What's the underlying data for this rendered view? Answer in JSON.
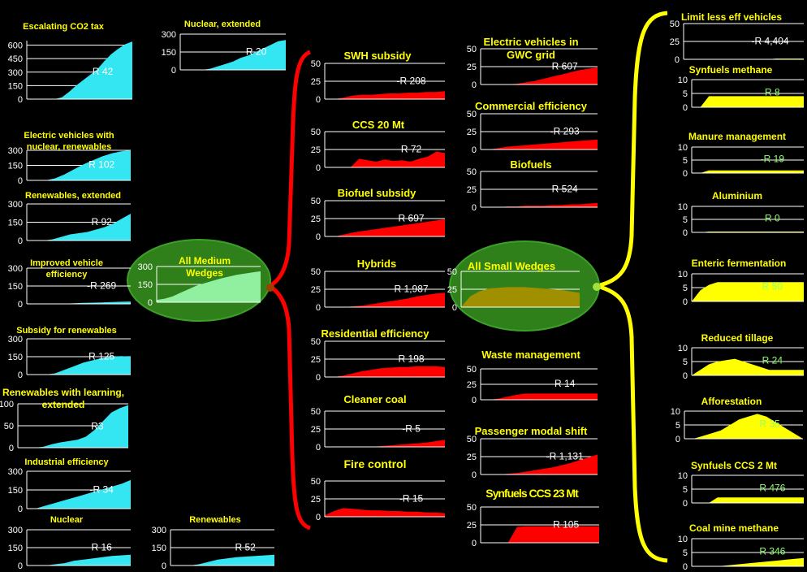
{
  "colors": {
    "background": "#000000",
    "title": "#ffff00",
    "axis": "#ffffff",
    "cyan": "#33e6f2",
    "cyan_light": "#41f0f0",
    "red": "#ff0000",
    "yellow": "#ffff00",
    "green_fill": "#2f7f1a",
    "light_green": "#90f0a0",
    "olive": "#a09000",
    "green_label": "#90ff70",
    "red_bracket": "#ff0000",
    "yellow_bracket": "#ffff00"
  },
  "groups": [
    {
      "name": "All Medium Wedges"
    },
    {
      "name": "All Small Wedges"
    }
  ],
  "chart_data": [
    {
      "type": "area",
      "title": "Escalating CO2 tax",
      "cost": "R 42",
      "yticks": [
        0,
        150,
        300,
        450,
        600
      ],
      "ylim": [
        0,
        650
      ],
      "color": "cyan",
      "y": [
        0,
        0,
        0,
        0,
        0,
        20,
        80,
        150,
        210,
        270,
        330,
        420,
        500,
        560,
        610,
        640
      ],
      "label_color": "#ffffff"
    },
    {
      "type": "area",
      "title": "Nuclear, extended",
      "cost": "R 20",
      "yticks": [
        0,
        150,
        300
      ],
      "ylim": [
        0,
        300
      ],
      "color": "cyan",
      "y": [
        0,
        0,
        0,
        0,
        10,
        30,
        50,
        70,
        100,
        120,
        150,
        180,
        210,
        240,
        250
      ],
      "label_color": "#ffffff"
    },
    {
      "type": "area",
      "title": "Electric vehicles with nuclear, renewables",
      "cost": "R 102",
      "yticks": [
        0,
        150,
        300
      ],
      "ylim": [
        0,
        300
      ],
      "color": "cyan",
      "y": [
        0,
        0,
        0,
        20,
        60,
        110,
        160,
        200,
        240,
        270,
        290,
        300
      ],
      "label_color": "#ffffff"
    },
    {
      "type": "area",
      "title": "Renewables, extended",
      "cost": "R 92",
      "yticks": [
        0,
        150,
        300
      ],
      "ylim": [
        0,
        300
      ],
      "color": "cyan",
      "y": [
        0,
        0,
        0,
        10,
        30,
        50,
        60,
        70,
        90,
        110,
        140,
        180,
        220
      ],
      "label_color": "#ffffff"
    },
    {
      "type": "area",
      "title": "Improved vehicle efficiency",
      "cost": "-R 269",
      "yticks": [
        0,
        150,
        300
      ],
      "ylim": [
        0,
        300
      ],
      "color": "cyan",
      "y": [
        0,
        0,
        0,
        0,
        2,
        5,
        8,
        10,
        12,
        15,
        18,
        20
      ],
      "label_color": "#ffffff"
    },
    {
      "type": "area",
      "title": "Subsidy for renewables",
      "cost": "R 125",
      "yticks": [
        0,
        150,
        300
      ],
      "ylim": [
        0,
        300
      ],
      "color": "cyan",
      "y": [
        0,
        0,
        0,
        10,
        40,
        70,
        100,
        120,
        140,
        150,
        155,
        150
      ],
      "label_color": "#ffffff"
    },
    {
      "type": "area",
      "title": "Renewables with learning, extended",
      "cost": "R3",
      "yticks": [
        0,
        50,
        100
      ],
      "ylim": [
        0,
        100
      ],
      "color": "cyan",
      "y": [
        0,
        0,
        0,
        2,
        8,
        12,
        15,
        18,
        25,
        40,
        60,
        80,
        90,
        97
      ],
      "label_color": "#ffffff"
    },
    {
      "type": "area",
      "title": "Industrial efficiency",
      "cost": "-R 34",
      "yticks": [
        0,
        150,
        300
      ],
      "ylim": [
        0,
        300
      ],
      "color": "cyan",
      "y": [
        0,
        0,
        20,
        40,
        60,
        80,
        100,
        120,
        140,
        160,
        180,
        200,
        230
      ],
      "label_color": "#ffffff"
    },
    {
      "type": "area",
      "title": "Nuclear",
      "cost": "R 16",
      "yticks": [
        0,
        150,
        300
      ],
      "ylim": [
        0,
        300
      ],
      "color": "cyan",
      "y": [
        0,
        0,
        0,
        10,
        20,
        40,
        50,
        60,
        70,
        80,
        85,
        90
      ],
      "label_color": "#ffffff"
    },
    {
      "type": "area",
      "title": "Renewables",
      "cost": "R 52",
      "yticks": [
        0,
        150,
        300
      ],
      "ylim": [
        0,
        300
      ],
      "color": "cyan",
      "y": [
        0,
        0,
        0,
        10,
        30,
        50,
        60,
        70,
        75,
        80,
        85,
        90
      ],
      "label_color": "#ffffff"
    },
    {
      "type": "area",
      "title": "All Medium Wedges",
      "cost": "",
      "yticks": [
        0,
        150,
        300
      ],
      "ylim": [
        0,
        300
      ],
      "color": "light_green",
      "y": [
        20,
        30,
        50,
        80,
        110,
        140,
        160,
        180,
        200,
        215,
        230,
        240,
        250,
        260
      ],
      "label_color": "#ffffff"
    },
    {
      "type": "area",
      "title": "SWH subsidy",
      "cost": "-R 208",
      "yticks": [
        0,
        25,
        50
      ],
      "ylim": [
        0,
        50
      ],
      "color": "red",
      "y": [
        0,
        0,
        2,
        5,
        6,
        6,
        7,
        8,
        8,
        9,
        9,
        10,
        10,
        11
      ],
      "label_color": "#ffffff"
    },
    {
      "type": "area",
      "title": "CCS 20 Mt",
      "cost": "R 72",
      "yticks": [
        0,
        25,
        50
      ],
      "ylim": [
        0,
        50
      ],
      "color": "red",
      "y": [
        0,
        0,
        0,
        0,
        12,
        10,
        8,
        11,
        9,
        10,
        8,
        12,
        15,
        22,
        20
      ],
      "label_color": "#ffffff"
    },
    {
      "type": "area",
      "title": "Biofuel subsidy",
      "cost": "R 697",
      "yticks": [
        0,
        25,
        50
      ],
      "ylim": [
        0,
        50
      ],
      "color": "red",
      "y": [
        0,
        0,
        3,
        6,
        8,
        10,
        12,
        14,
        16,
        18,
        20,
        22,
        24
      ],
      "label_color": "#ffffff"
    },
    {
      "type": "area",
      "title": "Hybrids",
      "cost": "R 1,987",
      "yticks": [
        0,
        25,
        50
      ],
      "ylim": [
        0,
        50
      ],
      "color": "red",
      "y": [
        0,
        0,
        0,
        1,
        2,
        4,
        6,
        8,
        10,
        12,
        15,
        17,
        19,
        20
      ],
      "label_color": "#ffffff"
    },
    {
      "type": "area",
      "title": "Residential efficiency",
      "cost": "R 198",
      "yticks": [
        0,
        25,
        50
      ],
      "ylim": [
        0,
        50
      ],
      "color": "red",
      "y": [
        0,
        0,
        2,
        5,
        8,
        10,
        12,
        13,
        14,
        14,
        15,
        15,
        15,
        14
      ],
      "label_color": "#ffffff"
    },
    {
      "type": "area",
      "title": "Cleaner coal",
      "cost": "-R 5",
      "yticks": [
        0,
        25,
        50
      ],
      "ylim": [
        0,
        50
      ],
      "color": "red",
      "y": [
        0,
        0,
        0,
        0,
        0,
        0,
        1,
        2,
        3,
        4,
        5,
        6,
        8,
        10
      ],
      "label_color": "#ffffff"
    },
    {
      "type": "area",
      "title": "Fire control",
      "cost": "-R 15",
      "yticks": [
        0,
        25,
        50
      ],
      "ylim": [
        0,
        50
      ],
      "color": "red",
      "y": [
        2,
        8,
        12,
        11,
        10,
        9,
        9,
        8,
        8,
        7,
        7,
        6,
        6,
        5
      ],
      "label_color": "#ffffff"
    },
    {
      "type": "area",
      "title": "Electric vehicles in GWC grid",
      "cost": "R 607",
      "yticks": [
        0,
        25,
        50
      ],
      "ylim": [
        0,
        50
      ],
      "color": "red",
      "y": [
        0,
        0,
        0,
        0,
        1,
        3,
        5,
        8,
        11,
        14,
        17,
        20,
        22,
        24
      ],
      "label_color": "#ffffff"
    },
    {
      "type": "area",
      "title": "Commercial efficiency",
      "cost": "-R 293",
      "yticks": [
        0,
        25,
        50
      ],
      "ylim": [
        0,
        50
      ],
      "color": "red",
      "y": [
        0,
        0,
        2,
        4,
        5,
        6,
        7,
        8,
        9,
        10,
        11,
        12,
        13,
        14
      ],
      "label_color": "#ffffff"
    },
    {
      "type": "area",
      "title": "Biofuels",
      "cost": "R 524",
      "yticks": [
        0,
        25,
        50
      ],
      "ylim": [
        0,
        50
      ],
      "color": "red",
      "y": [
        0,
        0,
        0,
        1,
        1,
        2,
        2,
        2,
        3,
        3,
        4,
        4,
        5,
        6
      ],
      "label_color": "#ffffff"
    },
    {
      "type": "area",
      "title": "All Small Wedges",
      "cost": "",
      "yticks": [
        0,
        25,
        50
      ],
      "ylim": [
        0,
        50
      ],
      "color": "olive",
      "y": [
        0,
        15,
        22,
        26,
        27,
        28,
        28,
        28,
        27,
        26,
        25,
        24,
        22,
        20
      ],
      "label_color": "#ffffff"
    },
    {
      "type": "area",
      "title": "Waste management",
      "cost": "R 14",
      "yticks": [
        0,
        25,
        50
      ],
      "ylim": [
        0,
        50
      ],
      "color": "red",
      "y": [
        0,
        0,
        2,
        5,
        8,
        10,
        10,
        10,
        10,
        10,
        10,
        10,
        10,
        10
      ],
      "label_color": "#ffffff"
    },
    {
      "type": "area",
      "title": "Passenger modal shift",
      "cost": "-R 1,131",
      "yticks": [
        0,
        25,
        50
      ],
      "ylim": [
        0,
        50
      ],
      "color": "red",
      "y": [
        0,
        0,
        0,
        1,
        2,
        4,
        6,
        8,
        10,
        13,
        16,
        20,
        24,
        28
      ],
      "label_color": "#ffffff"
    },
    {
      "type": "area",
      "title": "Synfuels CCS 23 Mt",
      "cost": "R 105",
      "yticks": [
        0,
        25,
        50
      ],
      "ylim": [
        0,
        50
      ],
      "color": "red",
      "y": [
        0,
        0,
        0,
        0,
        22,
        23,
        23,
        23,
        23,
        23,
        23,
        23,
        23,
        23
      ],
      "label_color": "#ffffff"
    },
    {
      "type": "area",
      "title": "Limit less eff vehicles",
      "cost": "-R 4,404",
      "yticks": [
        0,
        25,
        50
      ],
      "ylim": [
        0,
        50
      ],
      "color": "yellow",
      "y": [
        0,
        0,
        0,
        0,
        0,
        0,
        0,
        0,
        0,
        0,
        1,
        1,
        1,
        1
      ],
      "label_color": "#ffffff"
    },
    {
      "type": "area",
      "title": "Synfuels methane",
      "cost": "R 8",
      "yticks": [
        0,
        5,
        10
      ],
      "ylim": [
        0,
        10
      ],
      "color": "yellow",
      "y": [
        0,
        0,
        4,
        4,
        4,
        4,
        4,
        4,
        4,
        4,
        4,
        4,
        4,
        4
      ],
      "label_color": "#90ff70"
    },
    {
      "type": "area",
      "title": "Manure management",
      "cost": "-R 19",
      "yticks": [
        0,
        5,
        10
      ],
      "ylim": [
        0,
        10
      ],
      "color": "yellow",
      "y": [
        0,
        0,
        1,
        1,
        1,
        1,
        1,
        1,
        1,
        1,
        1,
        1,
        1,
        1
      ],
      "label_color": "#90ff70"
    },
    {
      "type": "area",
      "title": "Aluminium",
      "cost": "R 0",
      "yticks": [
        0,
        5,
        10
      ],
      "ylim": [
        0,
        10
      ],
      "color": "yellow",
      "y": [
        0,
        0,
        0.3,
        0.3,
        0.3,
        0.3,
        0.3,
        0.3,
        0.3,
        0.3,
        0.3,
        0.3,
        0.3,
        0.3
      ],
      "label_color": "#90ff70"
    },
    {
      "type": "area",
      "title": "Enteric fermentation",
      "cost": "R 50",
      "yticks": [
        0,
        5,
        10
      ],
      "ylim": [
        0,
        10
      ],
      "color": "yellow",
      "y": [
        0,
        4,
        6,
        7,
        7,
        7,
        7,
        7,
        7,
        7,
        7,
        7,
        7,
        7
      ],
      "label_color": "#90ff70"
    },
    {
      "type": "area",
      "title": "Reduced tillage",
      "cost": "R 24",
      "yticks": [
        0,
        5,
        10
      ],
      "ylim": [
        0,
        10
      ],
      "color": "yellow",
      "y": [
        0,
        2,
        4,
        5,
        5.5,
        6,
        5,
        4,
        3,
        2,
        2,
        2,
        2,
        2
      ],
      "label_color": "#90ff70"
    },
    {
      "type": "area",
      "title": "Afforestation",
      "cost": "R 35",
      "yticks": [
        0,
        5,
        10
      ],
      "ylim": [
        0,
        10
      ],
      "color": "yellow",
      "y": [
        0,
        0,
        1,
        2,
        3,
        5,
        7,
        8,
        9,
        8,
        6,
        4,
        2,
        0
      ],
      "label_color": "#90ff70"
    },
    {
      "type": "area",
      "title": "Synfuels CCS 2 Mt",
      "cost": "R 476",
      "yticks": [
        0,
        5,
        10
      ],
      "ylim": [
        0,
        10
      ],
      "color": "yellow",
      "y": [
        0,
        0,
        0,
        2,
        2,
        2,
        2,
        2,
        2,
        2,
        2,
        2,
        2,
        2
      ],
      "label_color": "#90ff70"
    },
    {
      "type": "area",
      "title": "Coal mine methane",
      "cost": "R 346",
      "yticks": [
        0,
        5,
        10
      ],
      "ylim": [
        0,
        10
      ],
      "color": "yellow",
      "y": [
        0,
        0,
        0,
        0,
        0.3,
        0.6,
        0.9,
        1.2,
        1.5,
        1.8,
        2.1,
        2.4,
        2.7,
        3
      ],
      "label_color": "#90ff70"
    }
  ]
}
